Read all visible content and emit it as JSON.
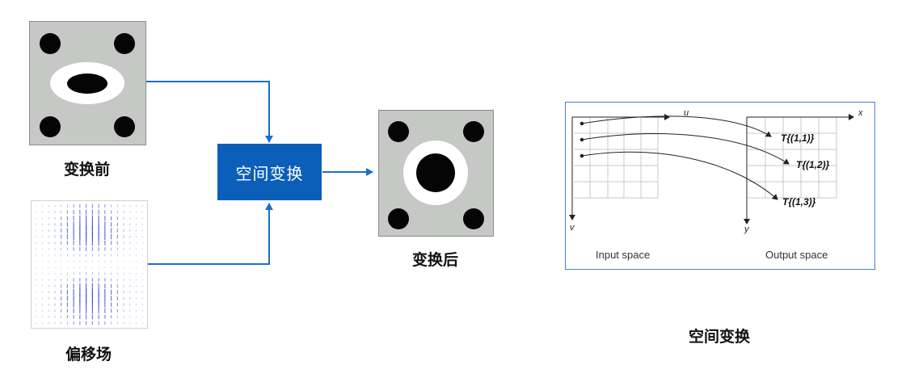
{
  "labels": {
    "before": "变换前",
    "offset_field": "偏移场",
    "after": "变换后",
    "spatial_transform_box": "空间变换",
    "caption": "空间变换"
  },
  "stn_figure": {
    "axis_u": "u",
    "axis_v": "v",
    "axis_x": "x",
    "axis_y": "y",
    "t_labels": [
      "T{(1,1)}",
      "T{(1,2)}",
      "T{(1,3)}"
    ],
    "input_space": "Input space",
    "output_space": "Output space"
  },
  "colors": {
    "flow_box": "#0c5fb8",
    "arrow": "#1a6fc9",
    "frame_border": "#4a7fd0",
    "image_gray": "#c5c8c4",
    "vector_blue": "#3b4fd8"
  }
}
